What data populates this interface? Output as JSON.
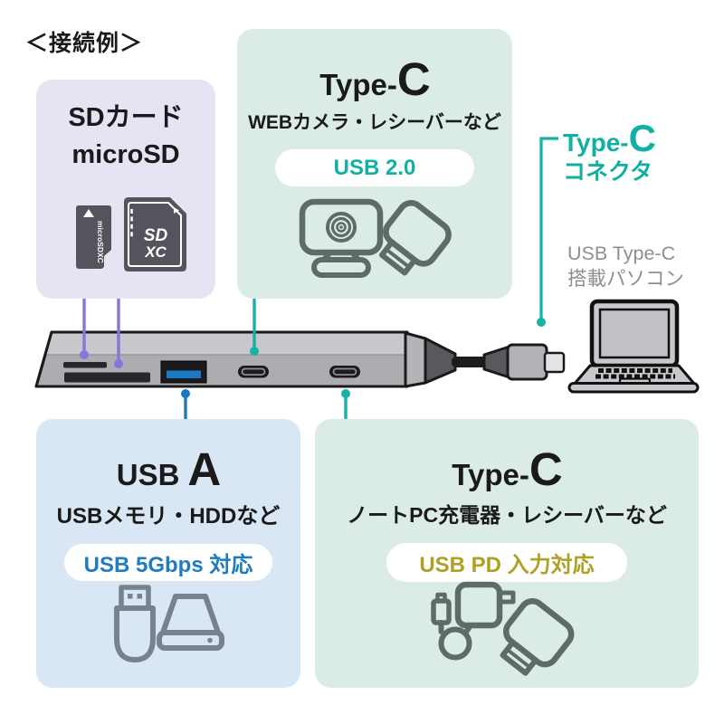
{
  "title": "＜接続例＞",
  "colors": {
    "accent_teal": "#12b0a3",
    "accent_purple": "#8377dc",
    "accent_blue": "#1b79c4",
    "accent_gold": "#afa026",
    "mint_box_bg": "#dbebe5",
    "lavender_box_bg": "#e4e4f3",
    "lightblue_box_bg": "#d9e7f4"
  },
  "sd_box": {
    "line1": "SDカード",
    "line2": "microSD",
    "micro_card_label": "microSDXC",
    "sd_card_label_line1": "SD",
    "sd_card_label_line2": "XC"
  },
  "webcam_box": {
    "heading_pre": "Type-",
    "heading_big": "C",
    "subtitle": "WEBカメラ・レシーバーなど",
    "pill": "USB 2.0"
  },
  "usba_box": {
    "heading_pre": "USB",
    "heading_big": "A",
    "subtitle": "USBメモリ・HDDなど",
    "pill": "USB 5Gbps 対応"
  },
  "pd_box": {
    "heading_pre": "Type-",
    "heading_big": "C",
    "subtitle": "ノートPC充電器・レシーバーなど",
    "pill": "USB PD 入力対応"
  },
  "connector_label": {
    "line1_pre": "Type-",
    "line1_big": "C",
    "line2": "コネクタ"
  },
  "pc_label": {
    "line1": "USB Type-C",
    "line2": "搭載パソコン"
  }
}
